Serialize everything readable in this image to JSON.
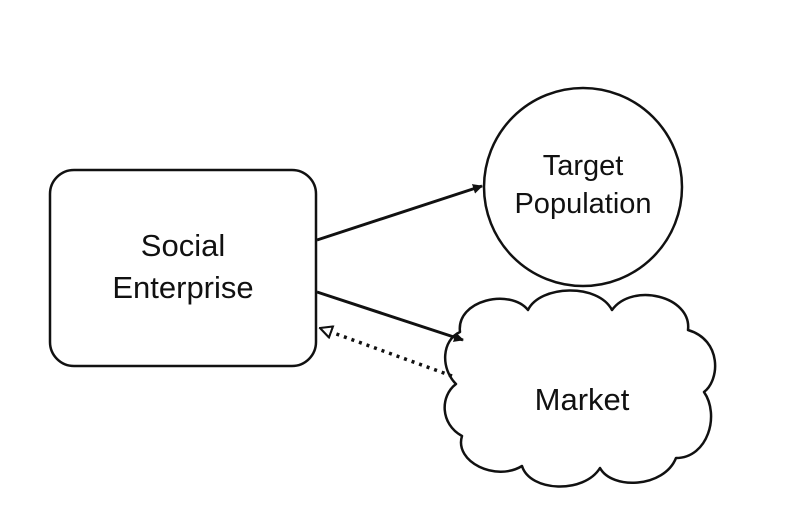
{
  "diagram": {
    "nodes": {
      "social_enterprise": {
        "shape": "rounded-rectangle",
        "line1": "Social",
        "line2": "Enterprise"
      },
      "target_population": {
        "shape": "circle",
        "line1": "Target",
        "line2": "Population"
      },
      "market": {
        "shape": "cloud",
        "label": "Market"
      }
    },
    "edges": [
      {
        "from": "Social Enterprise",
        "to": "Target Population",
        "style": "solid",
        "arrowhead": "filled"
      },
      {
        "from": "Social Enterprise",
        "to": "Market",
        "style": "solid",
        "arrowhead": "filled"
      },
      {
        "from": "Market",
        "to": "Social Enterprise",
        "style": "dotted",
        "arrowhead": "hollow"
      }
    ],
    "colors": {
      "stroke": "#111111",
      "fill": "#ffffff",
      "background": "#ffffff"
    }
  }
}
